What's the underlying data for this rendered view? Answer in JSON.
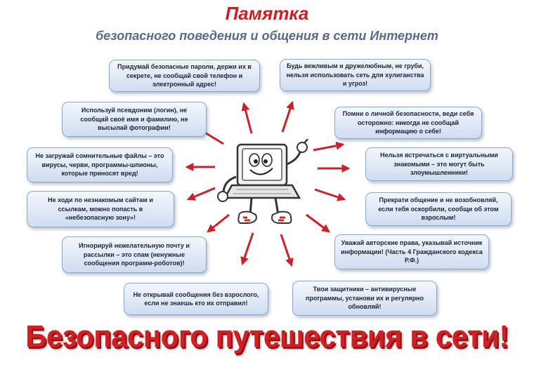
{
  "header": {
    "title": "Памятка",
    "subtitle": "безопасного поведения и общения в сети Интернет"
  },
  "tips": {
    "passwords": "Придумай безопасные пароли, держи их в секрете, не сообщай свой телефон и электронный адрес!",
    "polite": "Будь вежливым и дружелюбным, не груби, нельзя использовать сеть для хулиганства и угроз!",
    "nickname": "Используй псевдоним (логин), не сообщай своё имя и фамилию, не высылай фотографии!",
    "personal_safety": "Помни о личной безопасности, веди себя осторожно: никогда не сообщай информацию о себе!",
    "files": "Не загружай сомнительные файлы – это вирусы, черви, программы-шпионы, которые приносят вред!",
    "meetings": "Нельзя встречаться с виртуальными знакомыми – это могут быть злоумышленники!",
    "sites": "Не ходи по незнакомым сайтам и ссылкам, можно попасть в «небезопасную зону»!",
    "stop_talking": "Прекрати общение и не возобновляй, если тебя оскорбили, сообщи об этом взрослым!",
    "spam": "Игнорируй нежелательную почту и рассылки – это спам (ненужные сообщения программ-роботов)!",
    "copyright": "Уважай авторские права, указывай источник информации! (Часть 4 Гражданского кодекса Р.Ф.)",
    "unknown_messages": "Не открывай сообщения без взрослого, если не знаешь кто их отправил!",
    "antivirus": "Твои защитники – антивирусные программы, установи их и регулярно обновляй!"
  },
  "footer": {
    "slogan": "Безопасного путешествия в сети!"
  },
  "colors": {
    "title": "#cc1f24",
    "subtitle": "#5a6a88",
    "arrow": "#c8222a",
    "box_border": "#8ea7cc",
    "box_fill": "#cfddf1",
    "slogan": "#d21f23"
  },
  "icons": {
    "character": "laptop-mascot-icon",
    "arrows": "arrow-icon"
  }
}
